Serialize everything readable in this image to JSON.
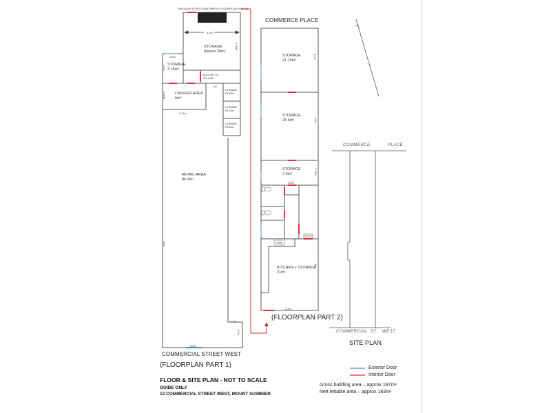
{
  "colors": {
    "wall": "#555555",
    "exterior_door": "#4a90c8",
    "interior_door": "#d9303a",
    "arrow": "#c0392b",
    "text": "#222222"
  },
  "floorplan_part1": {
    "top_note": "THROUGH TO KITCHEN (REFER FLOORPLAN PART 2)",
    "street_label": "COMMERCIAL STREET WEST",
    "part_label": "(FLOORPLAN PART 1)",
    "rooms": {
      "storage_large": {
        "name": "STORAGE",
        "area": "Approx 20m²",
        "width_dim": "4.1m",
        "depth_dim": "5.05m"
      },
      "storage_small": {
        "name": "STORAGE",
        "area": "3.15m²",
        "width_dim": "1.5m",
        "depth_dim": "2.1m"
      },
      "cellar": {
        "name": "ACCESS TO",
        "name2": "CELLAR",
        "dim": "1m"
      },
      "cashier": {
        "name": "CASHIER AREA",
        "area": "6m²",
        "width_dim": "3.11m",
        "depth_dim": "1.93m"
      },
      "change_rooms": [
        "CHANGE ROOM",
        "CHANGE ROOM",
        "CHANGE ROOM"
      ],
      "retail": {
        "name": "RETAIL AREA",
        "area": "80.9m²",
        "depth_dim": "15m",
        "step_dim": "1.1m",
        "front_depth_dim": "2.2m",
        "front_dim": "5.6m"
      }
    }
  },
  "floorplan_part2": {
    "street_label": "COMMERCE PLACE",
    "part_label": "(FLOORPLAN PART 2)",
    "rooms": {
      "storage1": {
        "name": "STORAGE",
        "area": "21.15m²",
        "dim": "4.7m"
      },
      "storage2": {
        "name": "STORAGE",
        "area": "21.6m²",
        "dim": "4.8m"
      },
      "storage3": {
        "name": "STORAGE",
        "area": "7.9m²",
        "dim": "1.75m",
        "width_dim": "4.5m"
      },
      "kitchen": {
        "name": "KITCHEN + STORAGE",
        "area": "21m²",
        "sink": "SINK",
        "width_dim": "4.2m",
        "depth_dim": "5m"
      }
    }
  },
  "site_plan": {
    "top_street": [
      "COMMERCE",
      "PLACE"
    ],
    "bottom_street": [
      "COMMERCIAL",
      "ST",
      "WEST"
    ],
    "label": "SITE PLAN"
  },
  "legend": {
    "exterior": "Exterior Door",
    "interior": "Interior Door"
  },
  "areas": {
    "gross": "Gross building area – approx 197m²",
    "nett": "Nett lettable area – approx 183m²"
  },
  "footer": {
    "title": "FLOOR & SITE PLAN - NOT TO SCALE",
    "guide": "GUIDE ONLY",
    "address": "12 COMMERCIAL STREET WEST, MOUNT GAMBIER"
  }
}
